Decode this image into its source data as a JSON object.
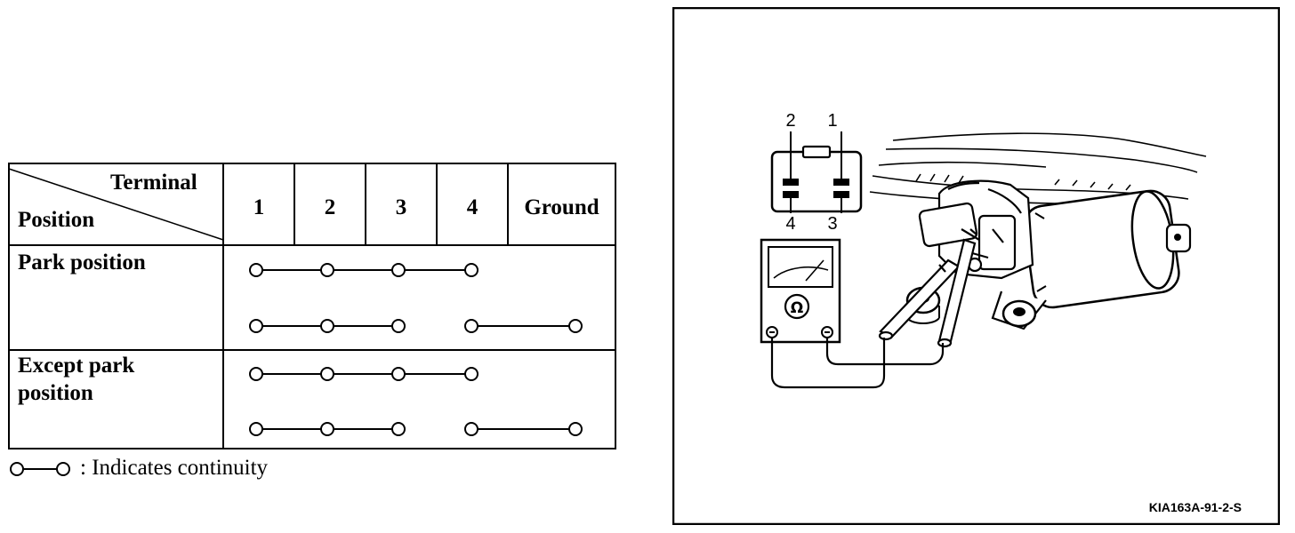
{
  "table": {
    "header_terminal": "Terminal",
    "header_position": "Position",
    "terminals": [
      "1",
      "2",
      "3",
      "4",
      "Ground"
    ],
    "rows": [
      {
        "label_lines": [
          "Park position"
        ],
        "continuity": [
          [
            "1",
            "2",
            "3",
            "4"
          ],
          [
            "1",
            "2",
            "3"
          ],
          [
            "4",
            "Ground"
          ]
        ]
      },
      {
        "label_lines": [
          "Except park",
          "position"
        ],
        "continuity": [
          [
            "1",
            "2",
            "3",
            "4"
          ],
          [
            "1",
            "2",
            "3"
          ],
          [
            "4",
            "Ground"
          ]
        ]
      }
    ]
  },
  "legend": {
    "text": ": Indicates continuity"
  },
  "figure": {
    "connector_pin_labels": [
      "2",
      "1",
      "4",
      "3"
    ],
    "meter_symbol": "Ω",
    "code": "KIA163A-91-2-S"
  }
}
